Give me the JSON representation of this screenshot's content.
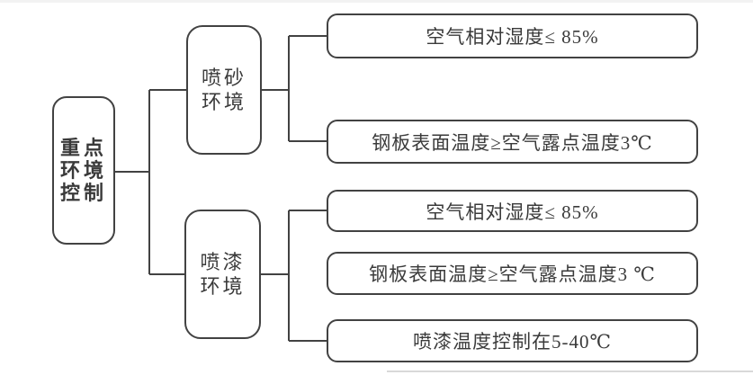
{
  "diagram": {
    "root": {
      "label": "重点\n环境\n控制"
    },
    "branches": [
      {
        "label": "喷砂\n环境",
        "conditions": [
          "空气相对湿度≤ 85%",
          "钢板表面温度≥空气露点温度3℃"
        ]
      },
      {
        "label": "喷漆\n环境",
        "conditions": [
          "空气相对湿度≤ 85%",
          "钢板表面温度≥空气露点温度3 ℃",
          "喷漆温度控制在5-40℃"
        ]
      }
    ],
    "colors": {
      "line": "#424242",
      "text": "#3a3a3a",
      "background": "#ffffff"
    }
  }
}
